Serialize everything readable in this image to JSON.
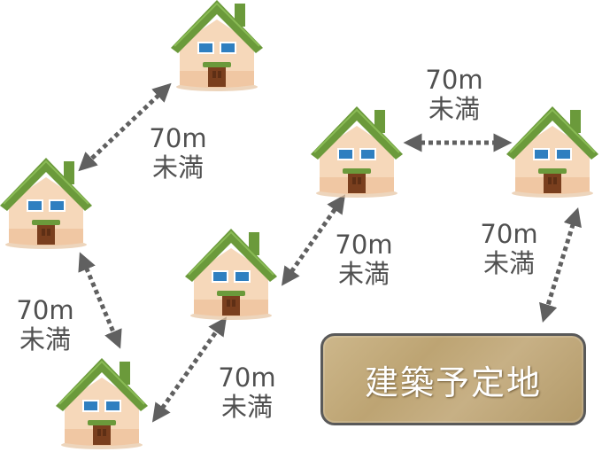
{
  "connections": [
    {
      "id": "top-to-left",
      "line1": "70m",
      "line2": "未満"
    },
    {
      "id": "left-to-bottom",
      "line1": "70m",
      "line2": "未満"
    },
    {
      "id": "bottom-to-center",
      "line1": "70m",
      "line2": "未満"
    },
    {
      "id": "center-to-midright",
      "line1": "70m",
      "line2": "未満"
    },
    {
      "id": "midright-to-farright",
      "line1": "70m",
      "line2": "未満"
    },
    {
      "id": "farright-to-site",
      "line1": "70m",
      "line2": "未満"
    }
  ],
  "site": {
    "label": "建築予定地"
  },
  "colors": {
    "roof": "#6b9a3b",
    "wall": "#f5d7b8",
    "door": "#7a3f1e",
    "window": "#2f7fc0",
    "arrow": "#606060",
    "text": "#505050"
  },
  "houses": [
    {
      "id": "house-top",
      "icon": "house-icon"
    },
    {
      "id": "house-left",
      "icon": "house-icon"
    },
    {
      "id": "house-bottom-left",
      "icon": "house-icon"
    },
    {
      "id": "house-center",
      "icon": "house-icon"
    },
    {
      "id": "house-mid-right",
      "icon": "house-icon"
    },
    {
      "id": "house-far-right",
      "icon": "house-icon"
    }
  ]
}
